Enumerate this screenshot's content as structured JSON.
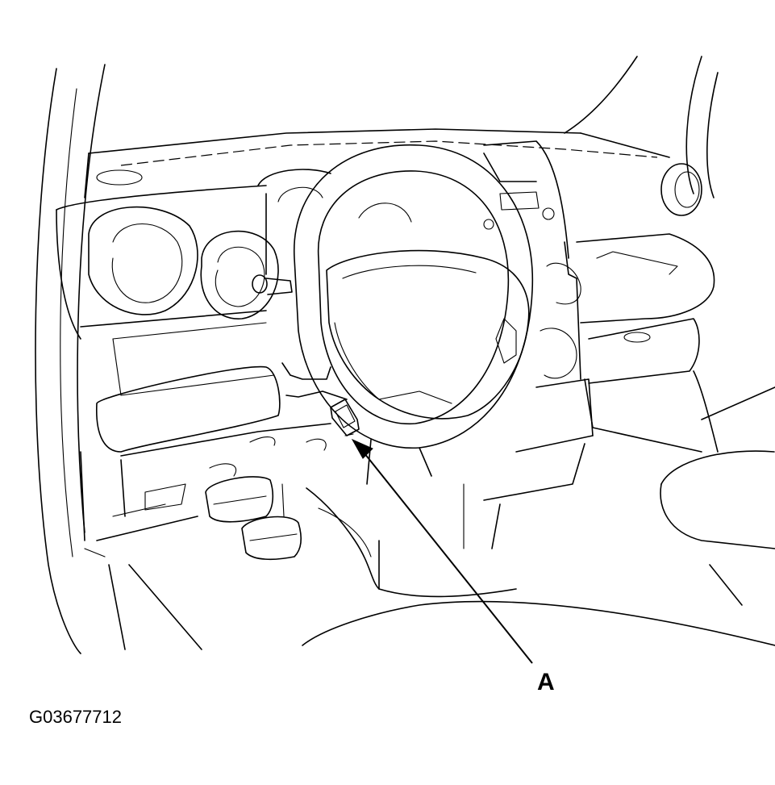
{
  "callouts": [
    {
      "id": "A",
      "label": "A",
      "target": "connector"
    }
  ],
  "figure_code": "G03677712",
  "colors": {
    "line": "#000000",
    "background": "#ffffff"
  }
}
